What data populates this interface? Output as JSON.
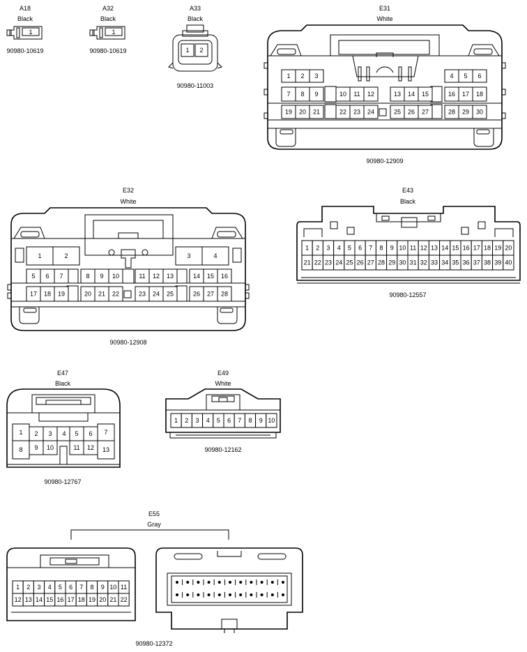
{
  "connectors": {
    "a18": {
      "id": "A18",
      "color": "Black",
      "part": "90980-10619",
      "pins": [
        "1"
      ]
    },
    "a32": {
      "id": "A32",
      "color": "Black",
      "part": "90980-10619",
      "pins": [
        "1"
      ]
    },
    "a33": {
      "id": "A33",
      "color": "Black",
      "part": "90980-11003",
      "pins": [
        "1",
        "2"
      ]
    },
    "e31": {
      "id": "E31",
      "color": "White",
      "part": "90980-12909",
      "pins": [
        "1",
        "2",
        "3",
        "4",
        "5",
        "6",
        "7",
        "8",
        "9",
        "10",
        "11",
        "12",
        "13",
        "14",
        "15",
        "16",
        "17",
        "18",
        "19",
        "20",
        "21",
        "22",
        "23",
        "24",
        "25",
        "26",
        "27",
        "28",
        "29",
        "30"
      ]
    },
    "e32": {
      "id": "E32",
      "color": "White",
      "part": "90980-12908",
      "pins": [
        "1",
        "2",
        "3",
        "4",
        "5",
        "6",
        "7",
        "8",
        "9",
        "10",
        "11",
        "12",
        "13",
        "14",
        "15",
        "16",
        "17",
        "18",
        "19",
        "20",
        "21",
        "22",
        "23",
        "24",
        "25",
        "26",
        "27",
        "28"
      ]
    },
    "e43": {
      "id": "E43",
      "color": "Black",
      "part": "90980-12557",
      "pins": [
        "1",
        "2",
        "3",
        "4",
        "5",
        "6",
        "7",
        "8",
        "9",
        "10",
        "11",
        "12",
        "13",
        "14",
        "15",
        "16",
        "17",
        "18",
        "19",
        "20",
        "21",
        "22",
        "23",
        "24",
        "25",
        "26",
        "27",
        "28",
        "29",
        "30",
        "31",
        "32",
        "33",
        "34",
        "35",
        "36",
        "37",
        "38",
        "39",
        "40"
      ]
    },
    "e47": {
      "id": "E47",
      "color": "Black",
      "part": "90980-12767",
      "pins": [
        "1",
        "2",
        "3",
        "4",
        "5",
        "6",
        "7",
        "8",
        "9",
        "10",
        "11",
        "12",
        "13"
      ]
    },
    "e49": {
      "id": "E49",
      "color": "White",
      "part": "90980-12162",
      "pins": [
        "1",
        "2",
        "3",
        "4",
        "5",
        "6",
        "7",
        "8",
        "9",
        "10"
      ]
    },
    "e55": {
      "id": "E55",
      "color": "Gray",
      "part": "90980-12372",
      "pins": [
        "1",
        "2",
        "3",
        "4",
        "5",
        "6",
        "7",
        "8",
        "9",
        "10",
        "11",
        "12",
        "13",
        "14",
        "15",
        "16",
        "17",
        "18",
        "19",
        "20",
        "21",
        "22"
      ]
    }
  }
}
